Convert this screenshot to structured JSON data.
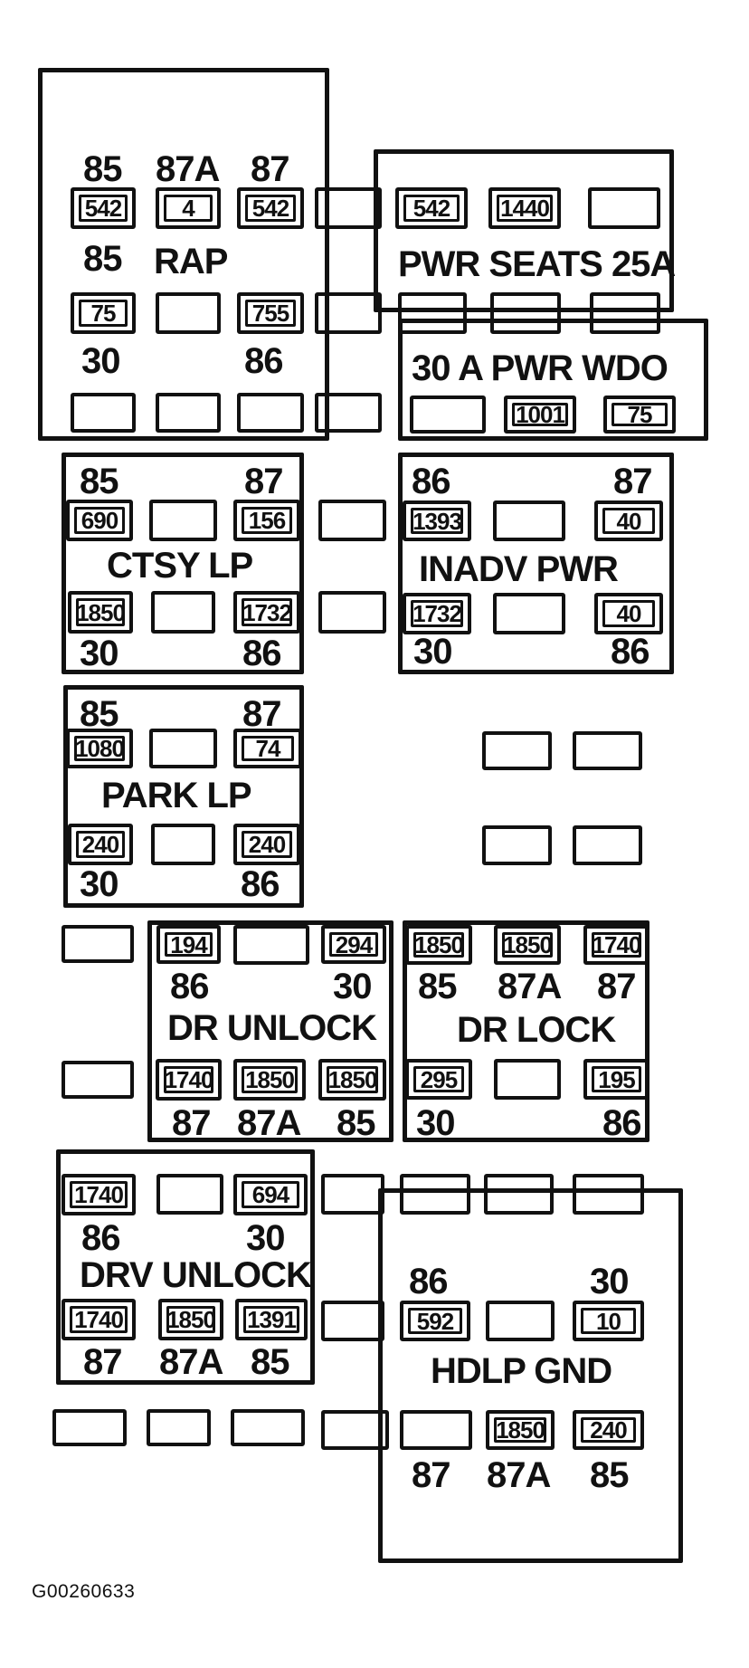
{
  "figure_id": "G00260633",
  "colors": {
    "ink": "#111111",
    "paper": "#ffffff"
  },
  "blocks": {
    "rap": {
      "name": "RAP",
      "terminals": {
        "tl": "85",
        "tm": "87A",
        "tr": "87",
        "ml": "85",
        "bl": "30",
        "br": "86"
      },
      "cells": {
        "r1c1": "542",
        "r1c2": "4",
        "r1c3": "542",
        "r2c1": "75",
        "r2c3": "755"
      }
    },
    "pwr_seats": {
      "name": "PWR SEATS 25A",
      "cells": {
        "r1c1": "542",
        "r1c2": "1440"
      }
    },
    "pwr_wdo": {
      "name": "30 A PWR WDO",
      "cells": {
        "r1c2": "1001",
        "r1c3": "75"
      }
    },
    "ctsy_lp": {
      "name": "CTSY LP",
      "terminals": {
        "tl": "85",
        "tr": "87",
        "bl": "30",
        "br": "86"
      },
      "cells": {
        "r1c1": "690",
        "r1c3": "156",
        "r2c1": "1850",
        "r2c3": "1732"
      }
    },
    "inadv_pwr": {
      "name": "INADV PWR",
      "terminals": {
        "tl": "86",
        "tr": "87",
        "bl": "30",
        "br": "86"
      },
      "cells": {
        "r1c1": "1393",
        "r1c3": "40",
        "r2c1": "1732",
        "r2c3": "40"
      }
    },
    "park_lp": {
      "name": "PARK LP",
      "terminals": {
        "tl": "85",
        "tr": "87",
        "bl": "30",
        "br": "86"
      },
      "cells": {
        "r1c1": "1080",
        "r1c3": "74",
        "r2c1": "240",
        "r2c3": "240"
      }
    },
    "dr_unlock": {
      "name": "DR UNLOCK",
      "terminals": {
        "tl": "86",
        "tr": "30",
        "bl": "87",
        "bm": "87A",
        "br": "85"
      },
      "cells": {
        "r1c1": "194",
        "r1c3": "294",
        "r2c1": "1740",
        "r2c2": "1850",
        "r2c3": "1850"
      }
    },
    "dr_lock": {
      "name": "DR LOCK",
      "terminals": {
        "tl": "85",
        "tm": "87A",
        "tr": "87",
        "bl": "30",
        "br": "86"
      },
      "cells": {
        "r1c1": "1850",
        "r1c2": "1850",
        "r1c3": "1740",
        "r2c1": "295",
        "r2c3": "195"
      }
    },
    "drv_unlock": {
      "name": "DRV UNLOCK",
      "terminals": {
        "tl": "86",
        "tr": "30",
        "bl": "87",
        "bm": "87A",
        "br": "85"
      },
      "cells": {
        "r1c1": "1740",
        "r1c3": "694",
        "r2c1": "1740",
        "r2c2": "1850",
        "r2c3": "1391"
      }
    },
    "hdlp_gnd": {
      "name": "HDLP GND",
      "terminals": {
        "tl": "86",
        "tr": "30",
        "bl": "87",
        "bm": "87A",
        "br": "85"
      },
      "cells": {
        "r1c1": "592",
        "r1c3": "10",
        "r2c2": "1850",
        "r2c3": "240"
      }
    }
  }
}
